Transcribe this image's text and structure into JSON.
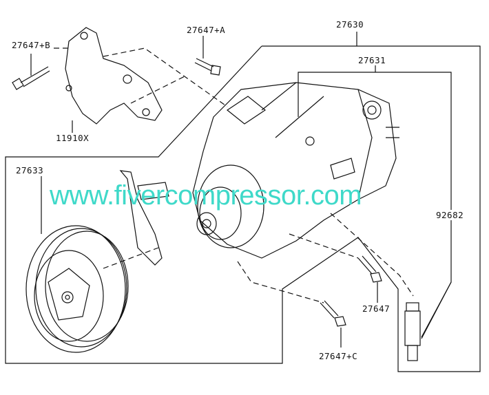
{
  "labels": {
    "main_assembly": "27630",
    "compressor": "27631",
    "bolt_a": "27647+A",
    "bolt_b": "27647+B",
    "bracket": "11910X",
    "clutch": "27633",
    "sensor": "92682",
    "bolt": "27647",
    "bolt_c": "27647+C"
  },
  "watermark": "www.fivercompressor.com",
  "colors": {
    "watermark": "#3fd9c9",
    "line": "#111111"
  }
}
